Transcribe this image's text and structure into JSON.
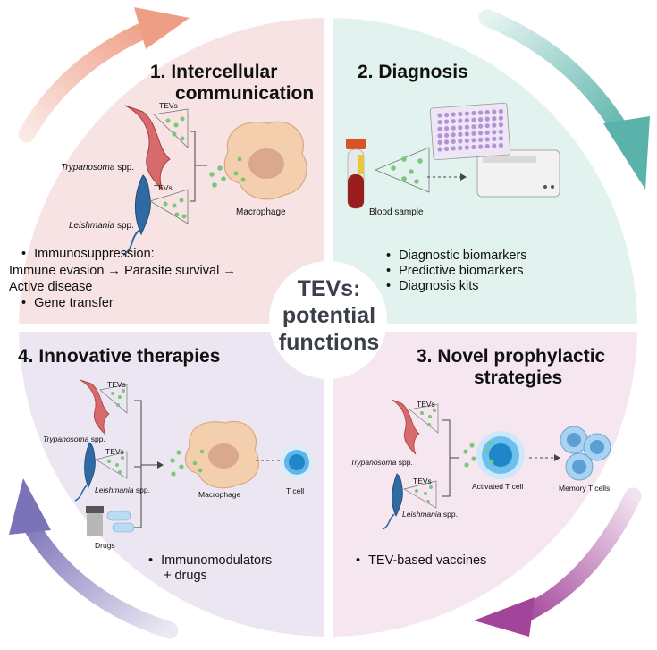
{
  "center": {
    "line1": "TEVs:",
    "line2": "potential",
    "line3": "functions"
  },
  "q1": {
    "title_line1": "1. Intercellular",
    "title_line2": "communication",
    "tevs_label": "TEVs",
    "trypanosoma_genus": "Trypanosoma",
    "leishmania_genus": "Leishmania",
    "spp": "spp.",
    "macrophage_label": "Macrophage",
    "bullets": [
      "Immunosuppression:",
      "Gene transfer"
    ],
    "detail_line1": "Immune evasion → Parasite survival →",
    "detail_line2": "Active disease"
  },
  "q2": {
    "title": "2. Diagnosis",
    "blood_sample_label": "Blood sample",
    "bullets": [
      "Diagnostic biomarkers",
      "Predictive biomarkers",
      "Diagnosis kits"
    ]
  },
  "q3": {
    "title_line1": "3. Novel prophylactic",
    "title_line2": "strategies",
    "tevs_label": "TEVs",
    "trypanosoma_genus": "Trypanosoma",
    "leishmania_genus": "Leishmania",
    "spp": "spp.",
    "activated_t_cell_label": "Activated T cell",
    "memory_t_cells_label": "Memory T cells",
    "bullets": [
      "TEV-based vaccines"
    ]
  },
  "q4": {
    "title": "4. Innovative therapies",
    "tevs_label": "TEVs",
    "trypanosoma_genus": "Trypanosoma",
    "leishmania_genus": "Leishmania",
    "spp": "spp.",
    "drugs_label": "Drugs",
    "macrophage_label": "Macrophage",
    "t_cell_label": "T cell",
    "bullets": [
      "Immunomodulators"
    ],
    "bullets_cont": "+ drugs"
  },
  "colors": {
    "q1_bg": "#f7e3e3",
    "q2_bg": "#e2f2ee",
    "q3_bg": "#f6e6f0",
    "q4_bg": "#ebe6f2",
    "arrow_q1": "#ef9e86",
    "arrow_q2": "#5bb2aa",
    "arrow_q3": "#a2459a",
    "arrow_q4": "#7b73b8",
    "tev_green": "#7bc77a",
    "trypanosoma_red": "#d76a6a",
    "leishmania_blue": "#2f6aa3",
    "t_cell_blue": "#1f86c8"
  },
  "icons": [
    "trypanosoma-icon",
    "leishmania-icon",
    "macrophage-icon",
    "blood-tube-icon",
    "microplate-icon",
    "plate-reader-icon",
    "drugs-icon",
    "t-cell-icon",
    "memory-t-cells-icon"
  ]
}
